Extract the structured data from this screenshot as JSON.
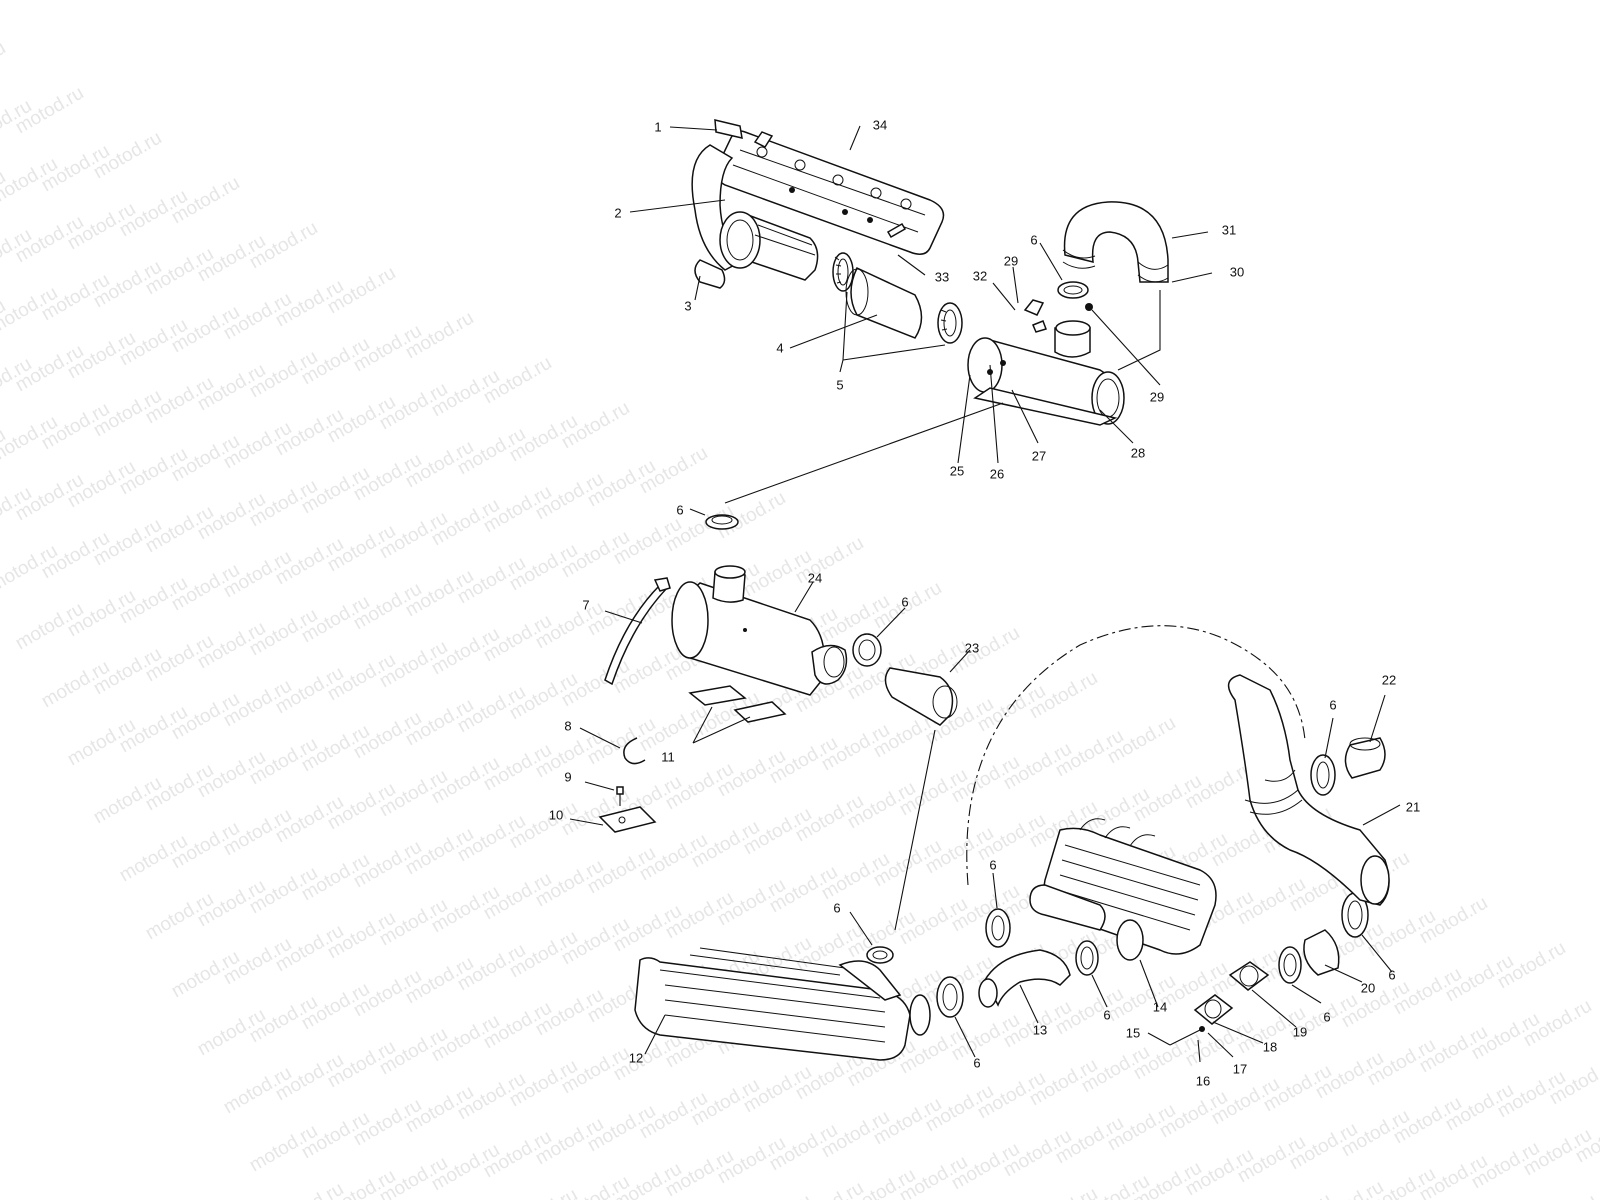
{
  "watermark": {
    "text": "motod.ru"
  },
  "labels": [
    {
      "id": "1",
      "text": "1"
    },
    {
      "id": "2",
      "text": "2"
    },
    {
      "id": "3",
      "text": "3"
    },
    {
      "id": "4",
      "text": "4"
    },
    {
      "id": "5",
      "text": "5"
    },
    {
      "id": "6a",
      "text": "6"
    },
    {
      "id": "6b",
      "text": "6"
    },
    {
      "id": "6c",
      "text": "6"
    },
    {
      "id": "6d",
      "text": "6"
    },
    {
      "id": "6e",
      "text": "6"
    },
    {
      "id": "6f",
      "text": "6"
    },
    {
      "id": "6g",
      "text": "6"
    },
    {
      "id": "6h",
      "text": "6"
    },
    {
      "id": "6i",
      "text": "6"
    },
    {
      "id": "6j",
      "text": "6"
    },
    {
      "id": "7",
      "text": "7"
    },
    {
      "id": "8",
      "text": "8"
    },
    {
      "id": "9",
      "text": "9"
    },
    {
      "id": "10",
      "text": "10"
    },
    {
      "id": "11",
      "text": "11"
    },
    {
      "id": "12",
      "text": "12"
    },
    {
      "id": "13",
      "text": "13"
    },
    {
      "id": "14",
      "text": "14"
    },
    {
      "id": "15",
      "text": "15"
    },
    {
      "id": "16",
      "text": "16"
    },
    {
      "id": "17",
      "text": "17"
    },
    {
      "id": "18",
      "text": "18"
    },
    {
      "id": "19",
      "text": "19"
    },
    {
      "id": "20",
      "text": "20"
    },
    {
      "id": "21",
      "text": "21"
    },
    {
      "id": "22",
      "text": "22"
    },
    {
      "id": "23",
      "text": "23"
    },
    {
      "id": "24",
      "text": "24"
    },
    {
      "id": "25",
      "text": "25"
    },
    {
      "id": "26",
      "text": "26"
    },
    {
      "id": "27",
      "text": "27"
    },
    {
      "id": "28",
      "text": "28"
    },
    {
      "id": "29a",
      "text": "29"
    },
    {
      "id": "29b",
      "text": "29"
    },
    {
      "id": "30",
      "text": "30"
    },
    {
      "id": "31",
      "text": "31"
    },
    {
      "id": "32",
      "text": "32"
    },
    {
      "id": "33",
      "text": "33"
    },
    {
      "id": "34",
      "text": "34"
    }
  ]
}
